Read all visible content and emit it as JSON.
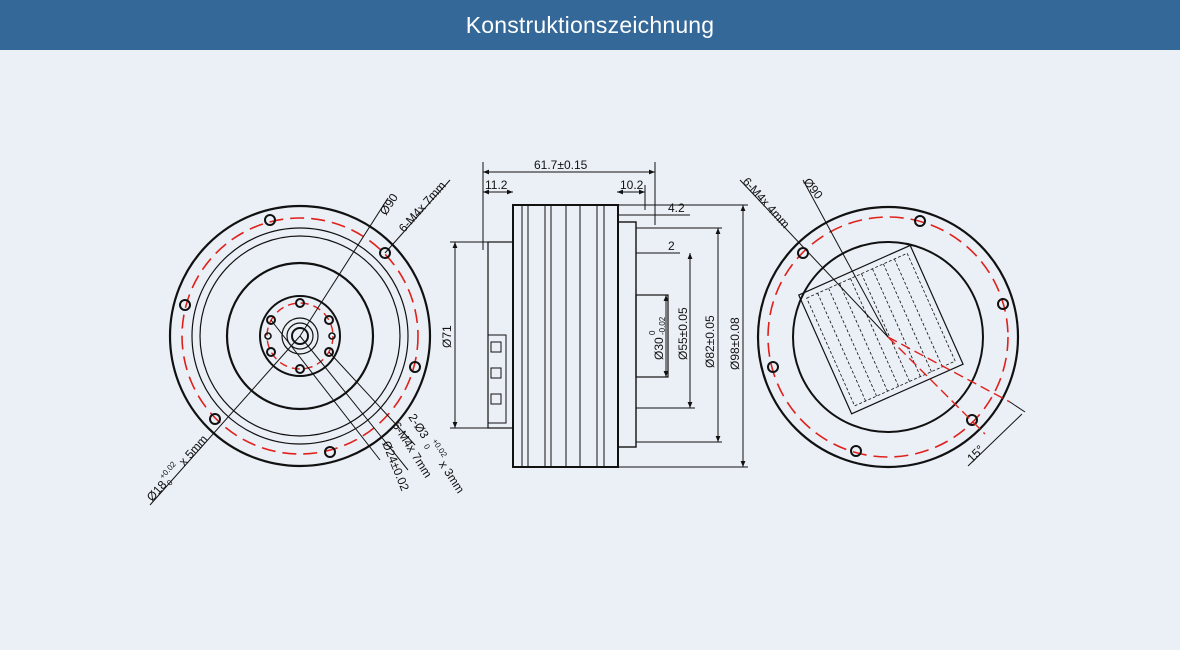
{
  "header": {
    "title": "Konstruktionszeichnung"
  },
  "colors": {
    "header_bg": "#346899",
    "page_bg": "#ebf0f7",
    "line": "#111111",
    "accent": "#e0201b"
  },
  "front_view": {
    "hole_circle": "Ø90",
    "tapped_holes": "6-M4x 7mm",
    "center_bore": "Ø18",
    "center_bore_tol_upper": "+0.02",
    "center_bore_tol_lower": "0",
    "center_bore_depth": "x 5mm",
    "pin_holes": "2-Ø3",
    "pin_holes_tol_upper": "+0.02",
    "pin_holes_tol_lower": "0",
    "pin_holes_depth": "x 3mm",
    "inner_tapped_holes": "6-M4x 7mm",
    "inner_circle": "Ø24±0.02"
  },
  "side_view": {
    "total_length": "61.7±0.15",
    "left_offset": "11.2",
    "right_offset": "10.2",
    "step_1": "4.2",
    "step_2": "2",
    "body_diameter": "Ø71",
    "shaft_diameter": "Ø30",
    "shaft_tol_upper": "0",
    "shaft_tol_lower": "-0.02",
    "d55": "Ø55±0.05",
    "d82": "Ø82±0.05",
    "d98": "Ø98±0.08"
  },
  "back_view": {
    "tapped_holes": "6-M4x 4mm",
    "hole_circle": "Ø90",
    "angle": "15°"
  }
}
